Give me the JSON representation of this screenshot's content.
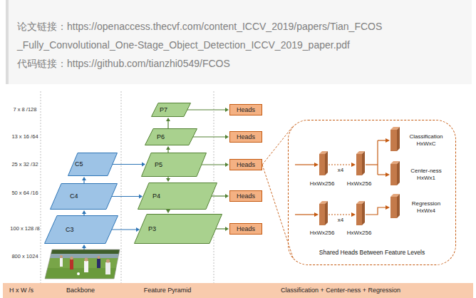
{
  "diagram": {
    "nodes": [
      {
        "text": [
          "论文链接：https://openaccess.thecvf.com/content_ICCV_2019/papers/Tian_FCOS _Fully_Convolutional_One-Stage_Object_Detection_ICCV_2019_paper.pdf",
          "代码链接：https://github.com/tianzhi0549/FCOS"
        ]
      },
      {
        "text": [
          "C5"
        ]
      },
      {
        "text": [
          "C4"
        ]
      },
      {
        "text": [
          "C3"
        ]
      },
      {
        "text": [
          "P7"
        ]
      },
      {
        "text": [
          "P6"
        ]
      },
      {
        "text": [
          "P5"
        ]
      },
      {
        "text": [
          "P4"
        ]
      },
      {
        "text": [
          "P3"
        ]
      },
      {
        "text": [
          "Heads"
        ]
      },
      {
        "text": [
          "Heads"
        ]
      },
      {
        "text": [
          "Heads"
        ]
      },
      {
        "text": [
          "Heads"
        ]
      },
      {
        "text": [
          "Heads"
        ]
      },
      {
        "text": [
          "Shared Heads Between Feature Levels"
        ]
      },
      {
        "text": [
          "H x W /s",
          "Backbone",
          "Feature Pyramid",
          "Classification + Center-ness + Regression"
        ]
      }
    ],
    "edges": [
      {
        "from": 3,
        "to": 2,
        "arrow": "to"
      },
      {
        "from": 2,
        "to": 1,
        "arrow": "to"
      },
      {
        "from": 1,
        "to": 6,
        "arrow": "to"
      },
      {
        "from": 2,
        "to": 7,
        "arrow": "to"
      },
      {
        "from": 3,
        "to": 8,
        "arrow": "to"
      },
      {
        "from": 6,
        "to": 5,
        "arrow": "to"
      },
      {
        "from": 5,
        "to": 4,
        "arrow": "to"
      },
      {
        "from": 6,
        "to": 7,
        "arrow": "to"
      },
      {
        "from": 7,
        "to": 8,
        "arrow": "to"
      },
      {
        "from": 4,
        "to": 9,
        "arrow": "to"
      },
      {
        "from": 5,
        "to": 10,
        "arrow": "to"
      },
      {
        "from": 6,
        "to": 11,
        "arrow": "to"
      },
      {
        "from": 7,
        "to": 12,
        "arrow": "to"
      },
      {
        "from": 8,
        "to": 13,
        "arrow": "to"
      },
      {
        "from": 11,
        "to": 14,
        "arrow": "none"
      },
      {
        "from": 11,
        "to": 14,
        "arrow": "none"
      }
    ],
    "labels": [
      "7 x 8 /128",
      "13 x 16 /64",
      "25 x 32 /32",
      "50 x 64 /16",
      "100 x 128 /8",
      "800 x 1024",
      "Classification HxWxC",
      "x4",
      "Center-ness HxWx1",
      "HxWx256",
      "HxWx256",
      "x4",
      "Regression HxWx4",
      "HxWx256",
      "HxWx256"
    ]
  }
}
